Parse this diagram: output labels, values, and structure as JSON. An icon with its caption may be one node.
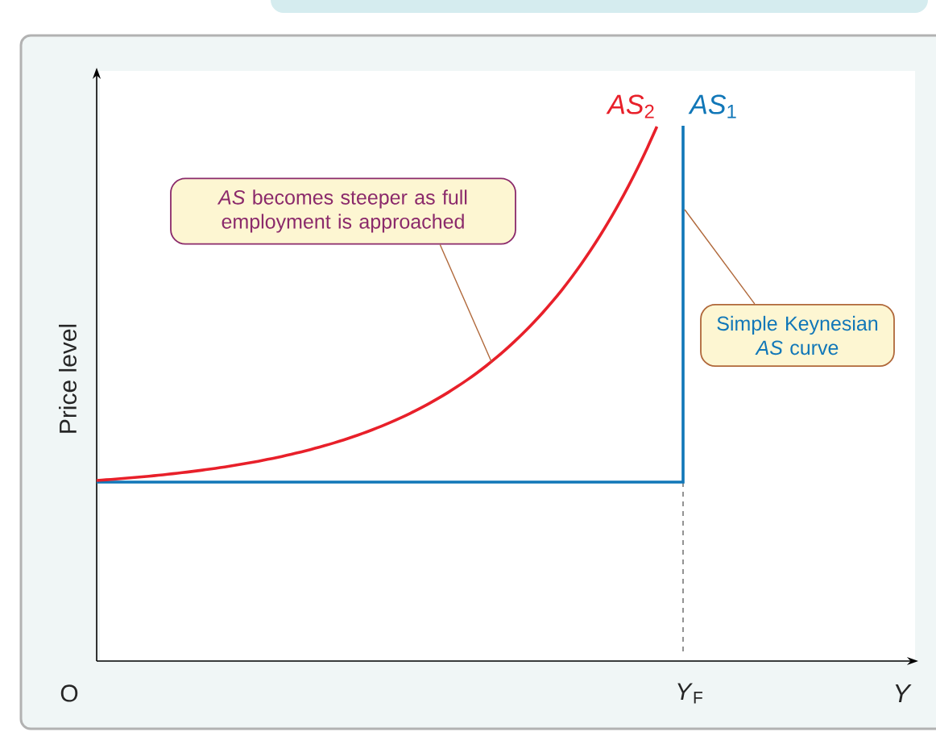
{
  "diagram": {
    "nodes": [
      {
        "text": [
          "*AS* becomes steeper as full employment is approached"
        ]
      },
      {
        "text": [
          "Simple Keynesian *AS* curve"
        ]
      }
    ],
    "edges": [
      {
        "from": 0,
        "to": null,
        "arrow": "none"
      },
      {
        "from": 1,
        "to": null,
        "arrow": "none"
      }
    ],
    "labels": [
      "*AS*$_{2}$",
      "*AS*$_{1}$",
      "Price level",
      "O",
      "*Y*$_{F}$",
      "*Y*"
    ]
  }
}
